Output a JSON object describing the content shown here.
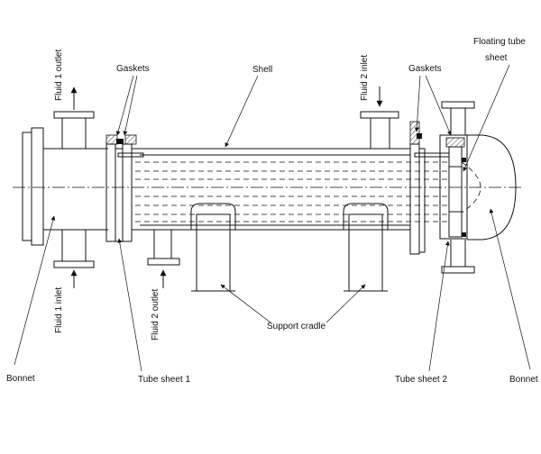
{
  "labels": {
    "fluid1_outlet": "Fluid  1 outlet",
    "gaskets_left": "Gaskets",
    "shell": "Shell",
    "fluid2_inlet": "Fluid 2 inlet",
    "gaskets_right": "Gaskets",
    "floating_tube_sheet_line1": "Floating tube",
    "floating_tube_sheet_line2": "sheet",
    "fluid1_inlet": "Fluid 1 inlet",
    "fluid2_outlet": "Fluid 2 outlet",
    "support_cradle": "Support cradle",
    "bonnet_left": "Bonnet",
    "tube_sheet_1": "Tube sheet 1",
    "tube_sheet_2": "Tube sheet 2",
    "bonnet_right": "Bonnet"
  }
}
